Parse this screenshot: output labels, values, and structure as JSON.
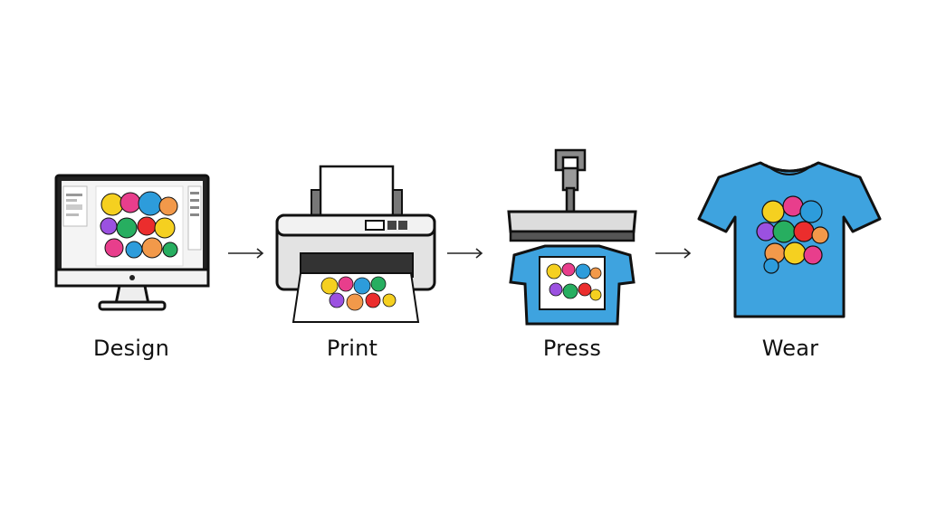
{
  "steps": [
    {
      "label": "Design",
      "icon": "computer-monitor-icon"
    },
    {
      "label": "Print",
      "icon": "printer-icon"
    },
    {
      "label": "Press",
      "icon": "heat-press-icon"
    },
    {
      "label": "Wear",
      "icon": "tshirt-icon"
    }
  ],
  "colors": {
    "outline": "#1a1a1a",
    "shirt_blue": "#3ea3df",
    "device_gray": "#e3e3e3",
    "design_palette": [
      "#f5d020",
      "#e83e8c",
      "#2d9cdb",
      "#27ae60",
      "#f2994a",
      "#9b51e0",
      "#eb2d2d"
    ]
  }
}
